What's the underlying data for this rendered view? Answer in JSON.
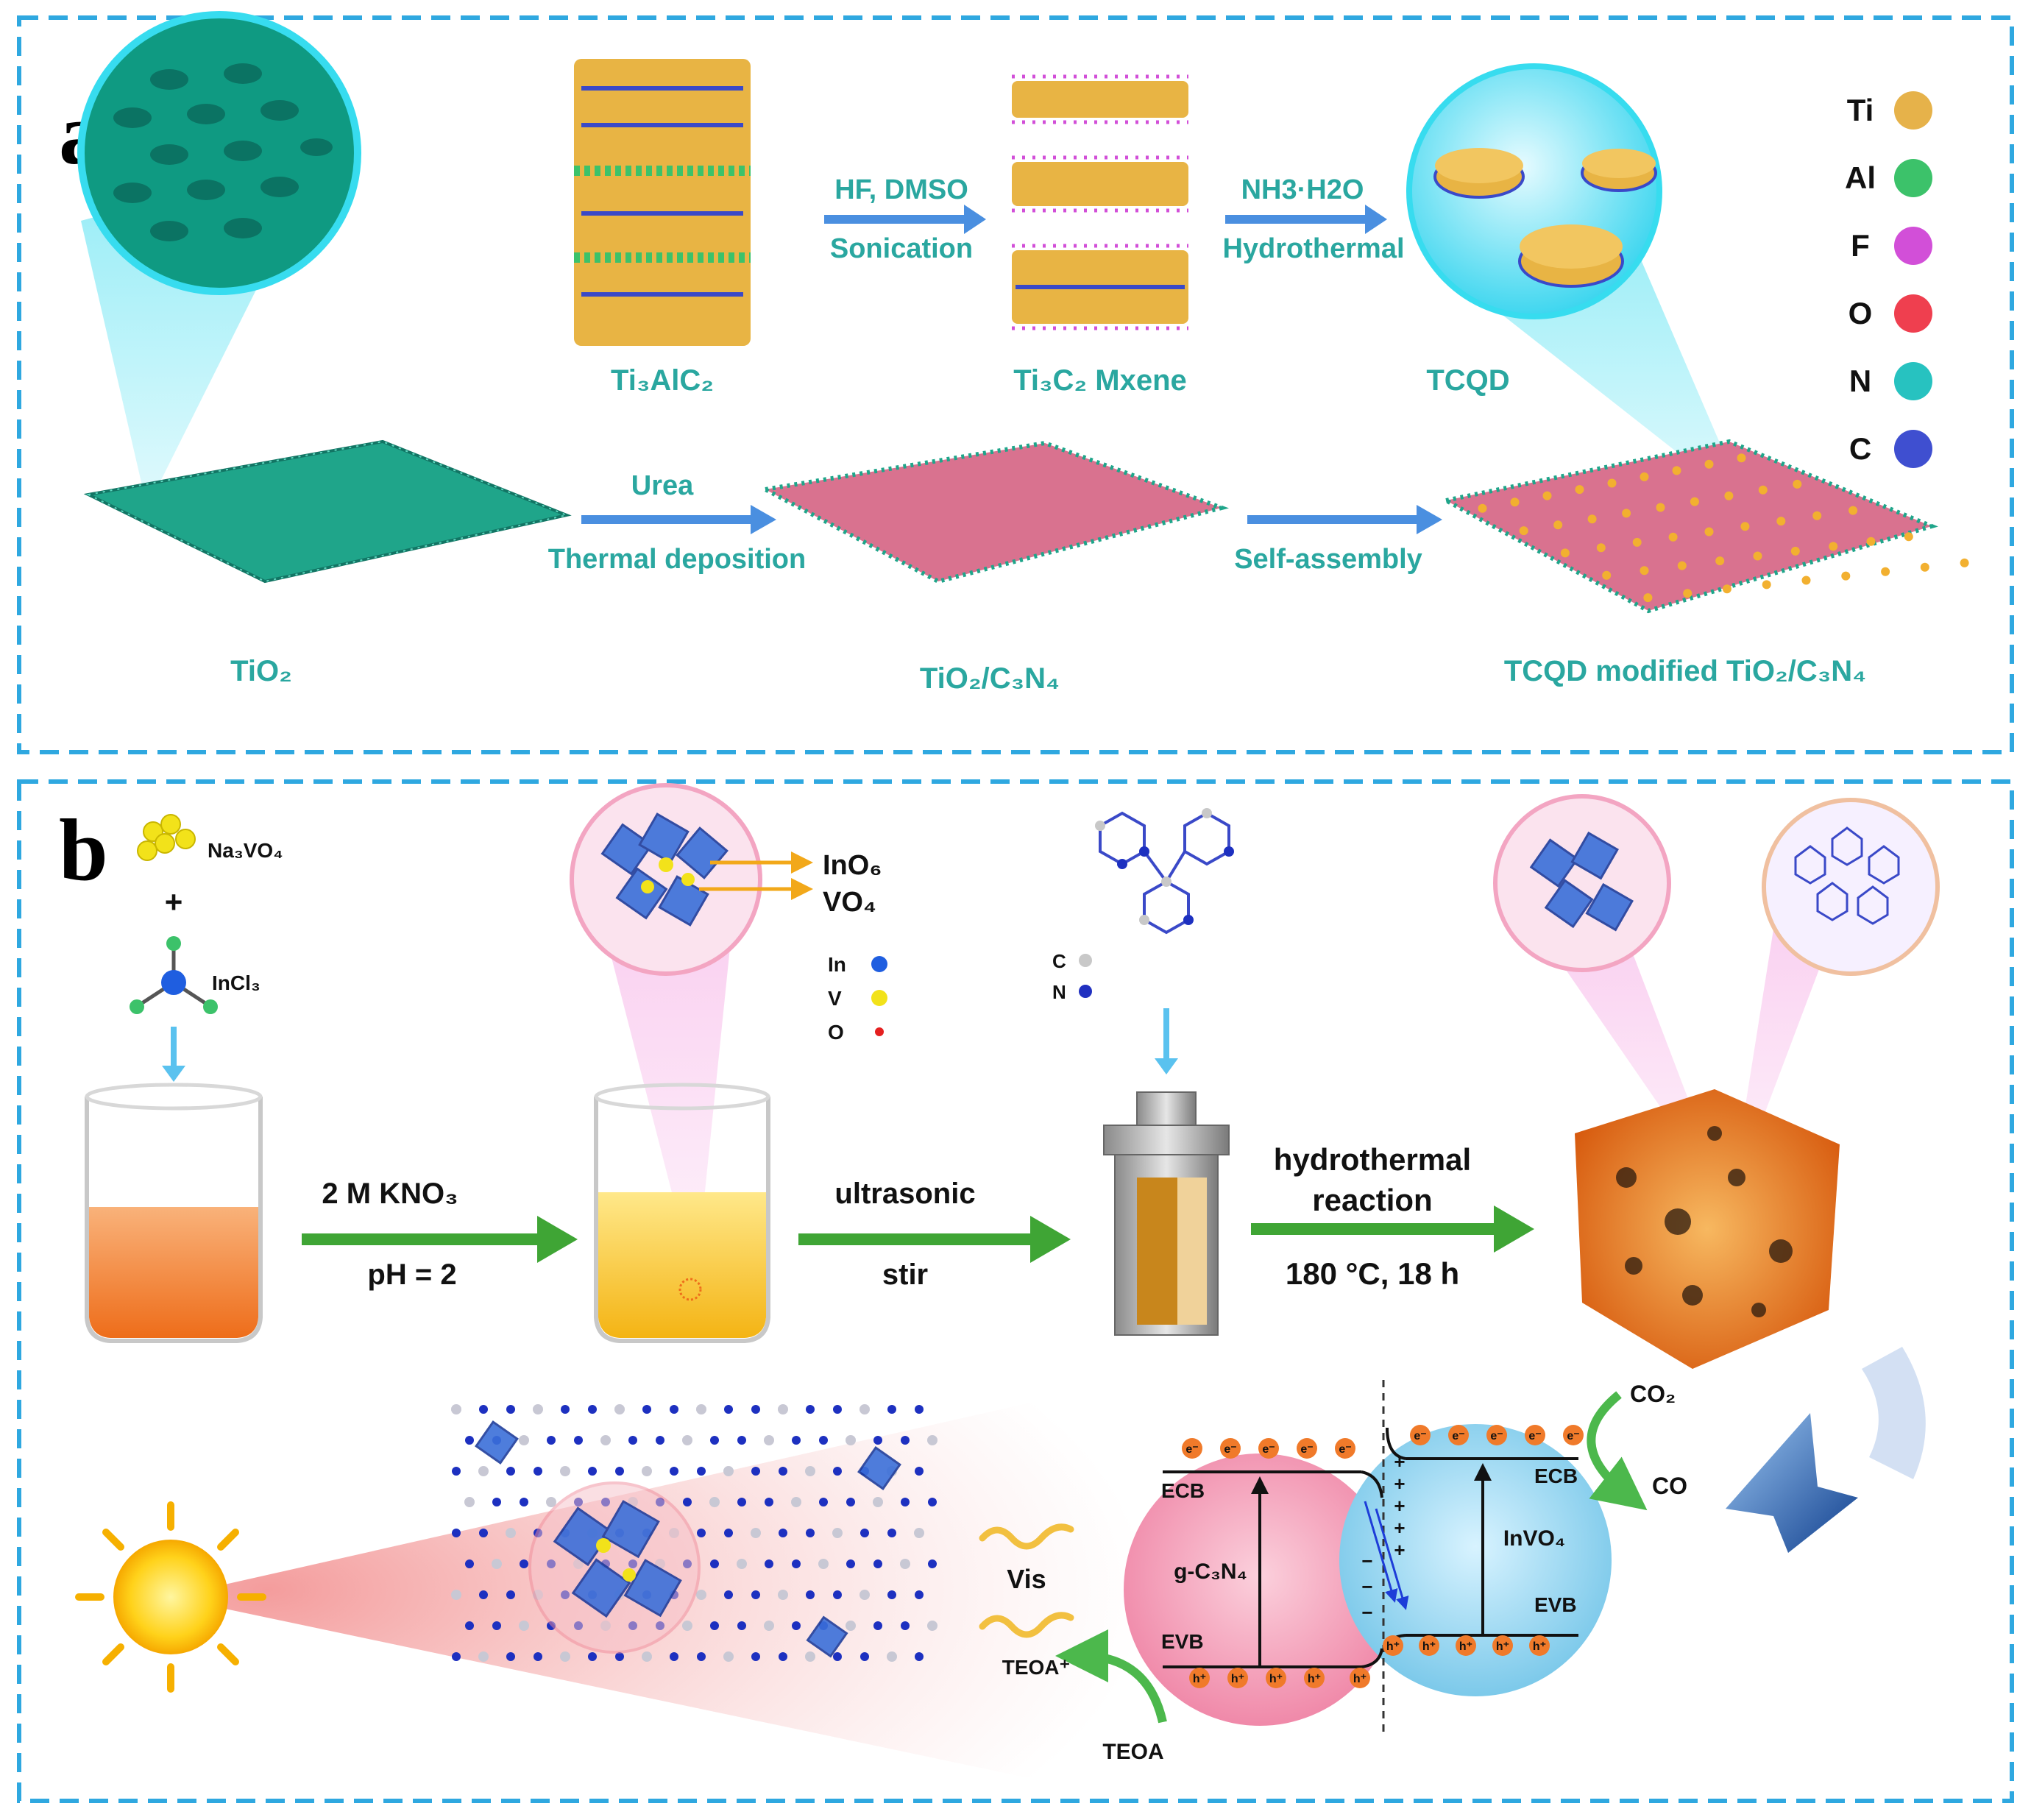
{
  "colors": {
    "panel_border": "#2fa8e0",
    "step_text": "#2aa7a0",
    "arrow_blue": "#4a8fe0",
    "arrow_green": "#3fa535",
    "tio2_sheet": "#1fa58a",
    "c3n4_sheet": "#d9728f",
    "quantum_dot": "#f2b030",
    "cn_sphere": "#f4a0b8",
    "invo4_sphere": "#9fd8f0",
    "electron_hole": "#f07a2a",
    "sunlight": "#f6c3c3"
  },
  "panel_a": {
    "letter": "a",
    "materials": {
      "ti3alc2": "Ti₃AlC₂",
      "ti3c2": "Ti₃C₂ Mxene",
      "tcqd": "TCQD",
      "tio2": "TiO₂",
      "tio2_c3n4": "TiO₂/C₃N₄",
      "tcqd_modified": "TCQD  modified TiO₂/C₃N₄"
    },
    "steps": {
      "s1_top": "HF, DMSO",
      "s1_bottom": "Sonication",
      "s2_top": "NH3·H2O",
      "s2_bottom": "Hydrothermal",
      "s3_top": "Urea",
      "s3_bottom": "Thermal deposition",
      "s4_bottom": "Self-assembly"
    },
    "legend": [
      {
        "label": "Ti",
        "color": "#e6b24a"
      },
      {
        "label": "Al",
        "color": "#3cc26a"
      },
      {
        "label": "F",
        "color": "#d24fd8"
      },
      {
        "label": "O",
        "color": "#ef3f4f"
      },
      {
        "label": "N",
        "color": "#27c2c0"
      },
      {
        "label": "C",
        "color": "#3f4fd0"
      }
    ]
  },
  "panel_b": {
    "letter": "b",
    "reagent1": "Na₃VO₄",
    "plus": "+",
    "reagent2": "InCl₃",
    "polyhedra": {
      "p1": "InO₆",
      "p2": "VO₄"
    },
    "atoms_invo4": [
      {
        "label": "In",
        "color": "#1f5ee0"
      },
      {
        "label": "V",
        "color": "#f2e21a"
      },
      {
        "label": "O",
        "color": "#e52020"
      }
    ],
    "atoms_cn": [
      {
        "label": "C",
        "color": "#c8c8c8"
      },
      {
        "label": "N",
        "color": "#2030c0"
      }
    ],
    "step1_top": "2 M KNO₃",
    "step1_bottom": "pH = 2",
    "step2_top": "ultrasonic",
    "step2_bottom": "stir",
    "step3_line1": "hydrothermal",
    "step3_line2": "reaction",
    "step3_bottom": "180 °C, 18 h",
    "mechanism": {
      "vis": "Vis",
      "teoa_plus": "TEOA⁺",
      "teoa": "TEOA",
      "gcn": "g-C₃N₄",
      "invo4": "InVO₄",
      "ecb": "ECB",
      "evb": "EVB",
      "co2": "CO₂",
      "co": "CO",
      "electron": "e⁻",
      "hole": "h⁺",
      "plus_sign": "+",
      "minus_sign": "−"
    }
  }
}
